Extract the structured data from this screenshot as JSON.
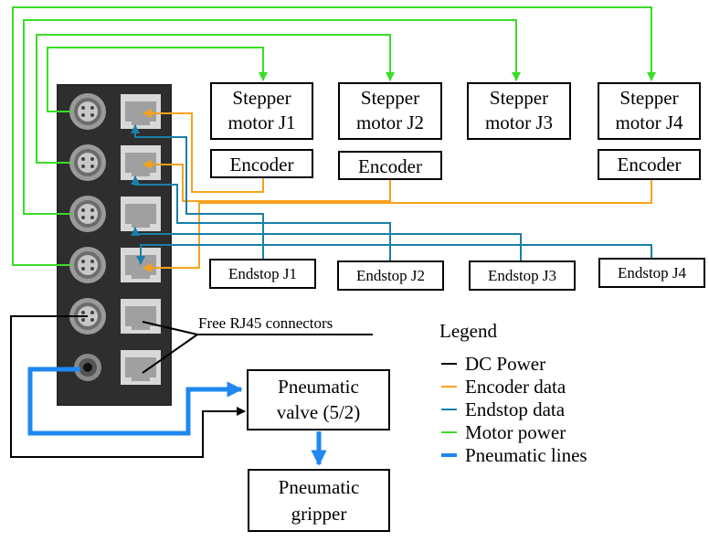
{
  "boxes": {
    "stepper_j1": [
      "Stepper",
      "motor J1"
    ],
    "stepper_j2": [
      "Stepper",
      "motor J2"
    ],
    "stepper_j3": [
      "Stepper",
      "motor J3"
    ],
    "stepper_j4": [
      "Stepper",
      "motor J4"
    ],
    "encoder_j1": "Encoder",
    "encoder_j2": "Encoder",
    "encoder_j4": "Encoder",
    "endstop_j1": "Endstop J1",
    "endstop_j2": "Endstop J2",
    "endstop_j3": "Endstop J3",
    "endstop_j4": "Endstop J4",
    "valve": [
      "Pneumatic",
      "valve (5/2)"
    ],
    "gripper": [
      "Pneumatic",
      "gripper"
    ]
  },
  "free_connectors_label": "Free RJ45 connectors",
  "legend": {
    "title": "Legend",
    "items": [
      {
        "label": "DC Power",
        "color": "#000000"
      },
      {
        "label": "Encoder data",
        "color": "#f7a21b"
      },
      {
        "label": "Endstop data",
        "color": "#1a7fa8"
      },
      {
        "label": "Motor power",
        "color": "#3cdc28"
      },
      {
        "label": "Pneumatic lines",
        "color": "#1e88f0"
      }
    ]
  },
  "colors": {
    "dc_power": "#000000",
    "encoder": "#f7a21b",
    "endstop": "#1a7fa8",
    "motor": "#3cdc28",
    "pneumatic": "#1e88f0",
    "panel": "#2a2a2a"
  }
}
